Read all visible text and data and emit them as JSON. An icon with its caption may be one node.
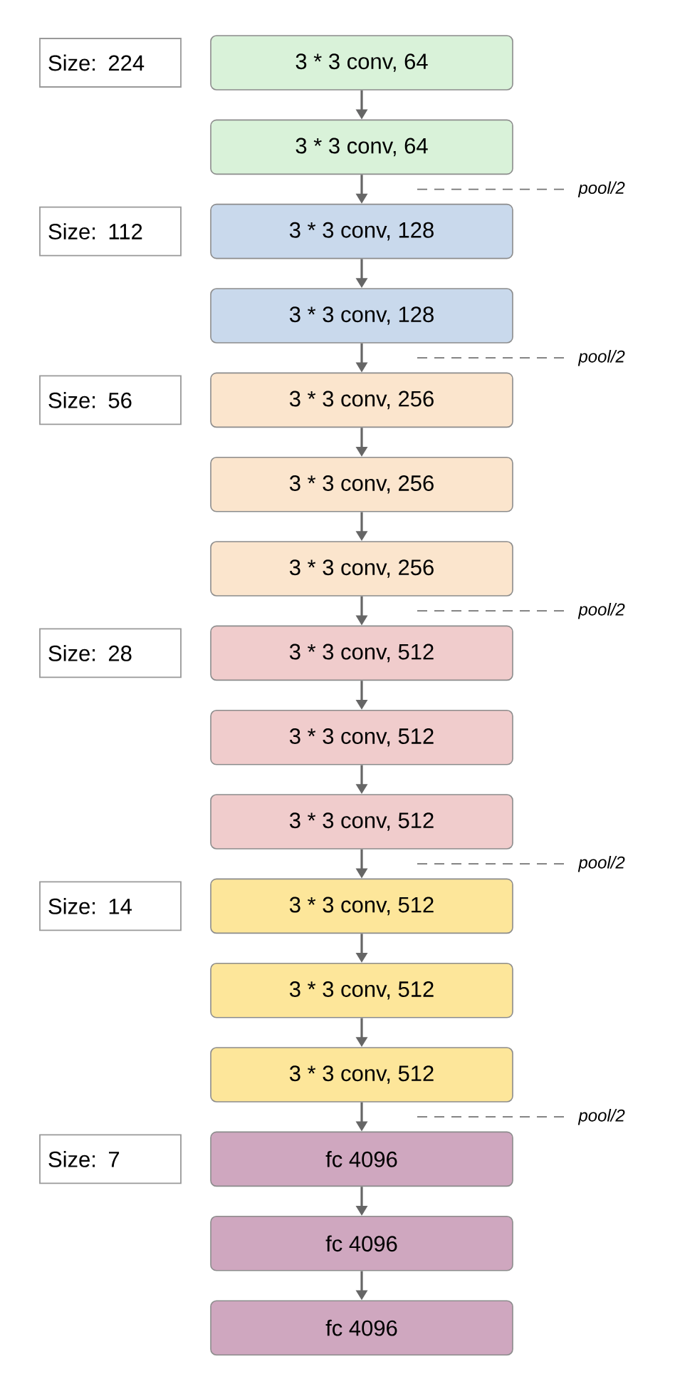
{
  "diagram": {
    "nodes": [
      {
        "text": [
          "Size: 224"
        ]
      },
      {
        "text": [
          "3 * 3 conv, 64"
        ]
      },
      {
        "text": [
          "3 * 3 conv, 64"
        ]
      },
      {
        "text": [
          "Size: 112"
        ]
      },
      {
        "text": [
          "3 * 3 conv, 128"
        ]
      },
      {
        "text": [
          "3 * 3 conv, 128"
        ]
      },
      {
        "text": [
          "Size: 56"
        ]
      },
      {
        "text": [
          "3 * 3 conv, 256"
        ]
      },
      {
        "text": [
          "3 * 3 conv, 256"
        ]
      },
      {
        "text": [
          "3 * 3 conv, 256"
        ]
      },
      {
        "text": [
          "Size: 28"
        ]
      },
      {
        "text": [
          "3 * 3 conv, 512"
        ]
      },
      {
        "text": [
          "3 * 3 conv, 512"
        ]
      },
      {
        "text": [
          "3 * 3 conv, 512"
        ]
      },
      {
        "text": [
          "Size: 14"
        ]
      },
      {
        "text": [
          "3 * 3 conv, 512"
        ]
      },
      {
        "text": [
          "3 * 3 conv, 512"
        ]
      },
      {
        "text": [
          "3 * 3 conv, 512"
        ]
      },
      {
        "text": [
          "Size: 7"
        ]
      },
      {
        "text": [
          "fc 4096"
        ]
      },
      {
        "text": [
          "fc 4096"
        ]
      },
      {
        "text": [
          "fc 4096"
        ]
      }
    ],
    "edges": [
      {
        "from": 1,
        "to": 2,
        "arrow": "to"
      },
      {
        "from": 2,
        "to": 4,
        "arrow": "to"
      },
      {
        "from": 4,
        "to": 5,
        "arrow": "to"
      },
      {
        "from": 5,
        "to": 7,
        "arrow": "to"
      },
      {
        "from": 7,
        "to": 8,
        "arrow": "to"
      },
      {
        "from": 8,
        "to": 9,
        "arrow": "to"
      },
      {
        "from": 9,
        "to": 11,
        "arrow": "to"
      },
      {
        "from": 11,
        "to": 12,
        "arrow": "to"
      },
      {
        "from": 12,
        "to": 13,
        "arrow": "to"
      },
      {
        "from": 13,
        "to": 15,
        "arrow": "to"
      },
      {
        "from": 15,
        "to": 16,
        "arrow": "to"
      },
      {
        "from": 16,
        "to": 17,
        "arrow": "to"
      },
      {
        "from": 17,
        "to": 19,
        "arrow": "to"
      },
      {
        "from": 19,
        "to": 20,
        "arrow": "to"
      },
      {
        "from": 20,
        "to": 21,
        "arrow": "to"
      }
    ],
    "labels": [
      "pool/2",
      "pool/2",
      "pool/2",
      "pool/2",
      "pool/2"
    ]
  }
}
